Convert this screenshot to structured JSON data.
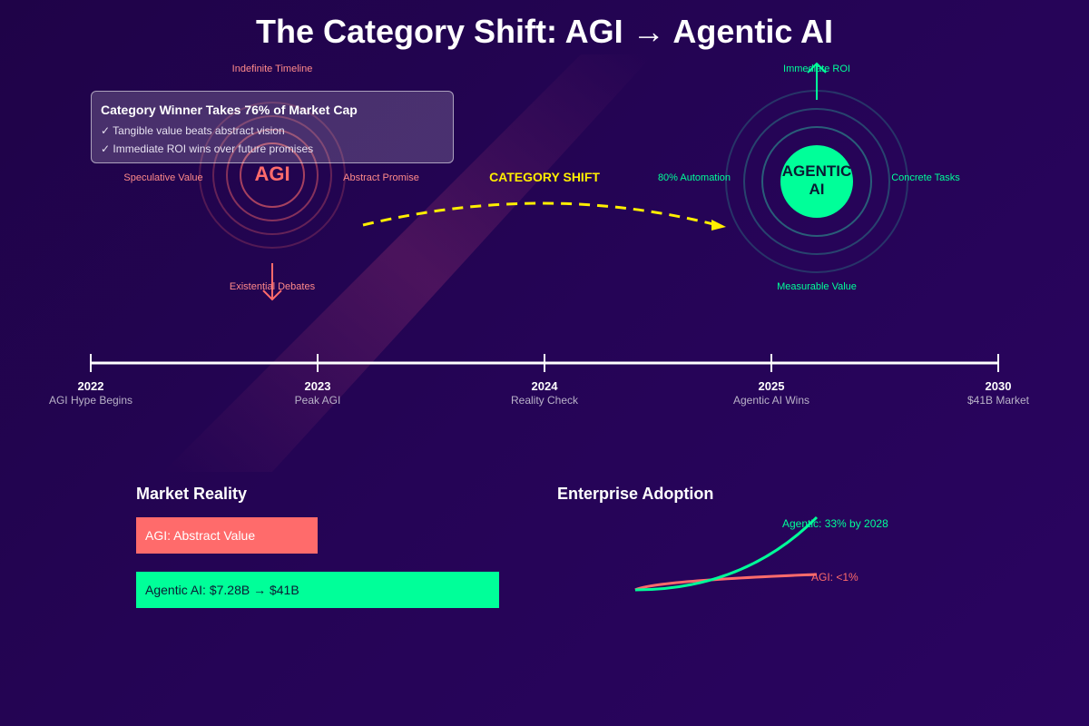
{
  "title": "The Category Shift: AGI → Agentic AI",
  "colors": {
    "agi": "#ff6b6b",
    "agentic": "#00ff99",
    "shift": "#ffee00",
    "teal_ring": "#2a6f7f"
  },
  "callout": {
    "title": "Category Winner Takes 76% of Market Cap",
    "lines": [
      "✓ Tangible value beats abstract vision",
      "✓ Immediate ROI wins over future promises"
    ]
  },
  "agi": {
    "label": "AGI",
    "top": "Indefinite Timeline",
    "left": "Speculative Value",
    "right": "Abstract Promise",
    "bottom": "Existential Debates"
  },
  "shift": {
    "label": "CATEGORY SHIFT"
  },
  "agentic": {
    "label_line1": "AGENTIC",
    "label_line2": "AI",
    "top": "Immediate ROI",
    "left": "80% Automation",
    "right": "Concrete Tasks",
    "bottom": "Measurable Value"
  },
  "timeline": [
    {
      "year": "2022",
      "label": "AGI Hype Begins"
    },
    {
      "year": "2023",
      "label": "Peak AGI"
    },
    {
      "year": "2024",
      "label": "Reality Check"
    },
    {
      "year": "2025",
      "label": "Agentic AI Wins"
    },
    {
      "year": "2030",
      "label": "$41B Market"
    }
  ],
  "market": {
    "title": "Market Reality",
    "agi_bar": "AGI: Abstract Value",
    "agentic_bar": "Agentic AI: $7.28B → $41B"
  },
  "adoption": {
    "title": "Enterprise Adoption",
    "agentic_label": "Agentic: 33% by 2028",
    "agi_label": "AGI: <1%"
  }
}
